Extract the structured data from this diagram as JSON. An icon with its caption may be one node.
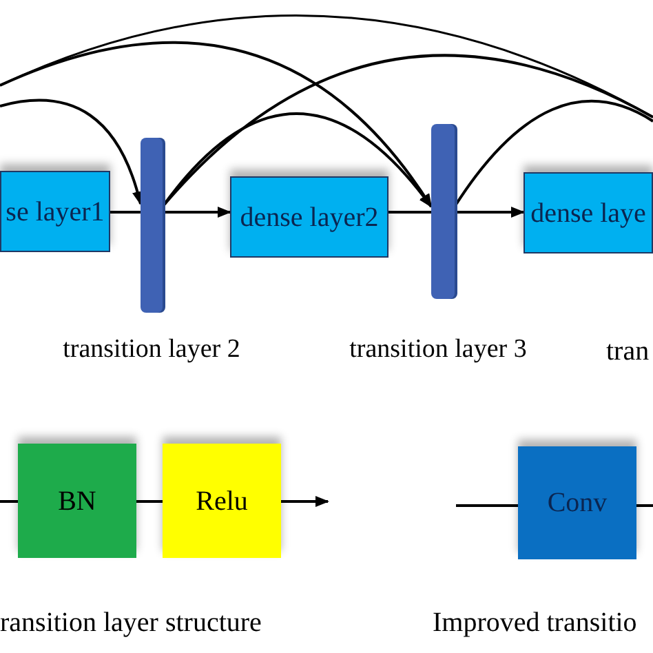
{
  "diagram": {
    "nodes": [
      {
        "text": [
          "se layer1"
        ]
      },
      {
        "text": [],
        "shape": "bar",
        "beside": [
          "transition layer 2"
        ]
      },
      {
        "text": [
          "dense layer2"
        ]
      },
      {
        "text": [],
        "shape": "bar",
        "beside": [
          "transition layer 3"
        ]
      },
      {
        "text": [
          "dense laye"
        ]
      },
      {
        "text": [
          "BN"
        ]
      },
      {
        "text": [
          "Relu"
        ]
      },
      {
        "text": [
          "Conv"
        ]
      }
    ],
    "edges": [
      {
        "from": 0,
        "to": 1,
        "arrow": "none"
      },
      {
        "from": 1,
        "to": 2,
        "arrow": "to"
      },
      {
        "from": 2,
        "to": 3,
        "arrow": "none"
      },
      {
        "from": 3,
        "to": 4,
        "arrow": "to"
      },
      {
        "from": null,
        "to": 1,
        "arrow": "to"
      },
      {
        "from": null,
        "to": 3,
        "arrow": "to"
      },
      {
        "from": 1,
        "to": null,
        "arrow": "none"
      },
      {
        "from": 1,
        "to": 3,
        "arrow": "to"
      },
      {
        "from": 3,
        "to": null,
        "arrow": "none"
      },
      {
        "from": null,
        "to": 5,
        "arrow": "none"
      },
      {
        "from": 5,
        "to": 6,
        "arrow": "none"
      },
      {
        "from": 6,
        "to": null,
        "arrow": "to"
      },
      {
        "from": null,
        "to": 7,
        "arrow": "none"
      },
      {
        "from": 7,
        "to": null,
        "arrow": "none"
      }
    ],
    "labels": [
      "tran",
      "ransition layer structure",
      "Improved transitio"
    ]
  }
}
